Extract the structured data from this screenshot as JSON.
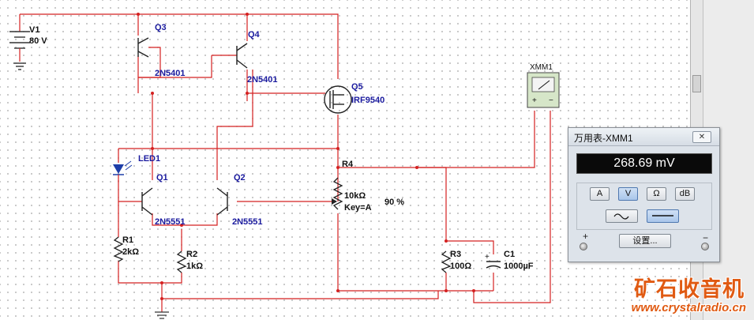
{
  "schematic": {
    "v1": {
      "name": "V1",
      "value": "80 V"
    },
    "q3": {
      "name": "Q3",
      "model": "2N5401"
    },
    "q4": {
      "name": "Q4",
      "model": "2N5401"
    },
    "q5": {
      "name": "Q5",
      "model": "IRF9540"
    },
    "q1": {
      "name": "Q1",
      "model": "2N5551"
    },
    "q2": {
      "name": "Q2",
      "model": "2N5551"
    },
    "led1": {
      "name": "LED1"
    },
    "r1": {
      "name": "R1",
      "value": "2kΩ"
    },
    "r2": {
      "name": "R2",
      "value": "1kΩ"
    },
    "r3": {
      "name": "R3",
      "value": "100Ω"
    },
    "r4": {
      "name": "R4",
      "value": "10kΩ",
      "key": "Key=A",
      "percent": "90 %"
    },
    "c1": {
      "name": "C1",
      "value": "1000µF"
    },
    "xmm1": {
      "name": "XMM1"
    },
    "wire_color": "#d42020",
    "label_color": "#1a1a9e"
  },
  "multimeter": {
    "title": "万用表-XMM1",
    "close_label": "✕",
    "reading": "268.69 mV",
    "modes": [
      {
        "label": "A",
        "active": false
      },
      {
        "label": "V",
        "active": true
      },
      {
        "label": "Ω",
        "active": false
      },
      {
        "label": "dB",
        "active": false
      }
    ],
    "settings_label": "设置...",
    "plus_label": "+",
    "minus_label": "−"
  },
  "watermark": {
    "title": "矿石收音机",
    "url": "www.crystalradio.cn"
  }
}
